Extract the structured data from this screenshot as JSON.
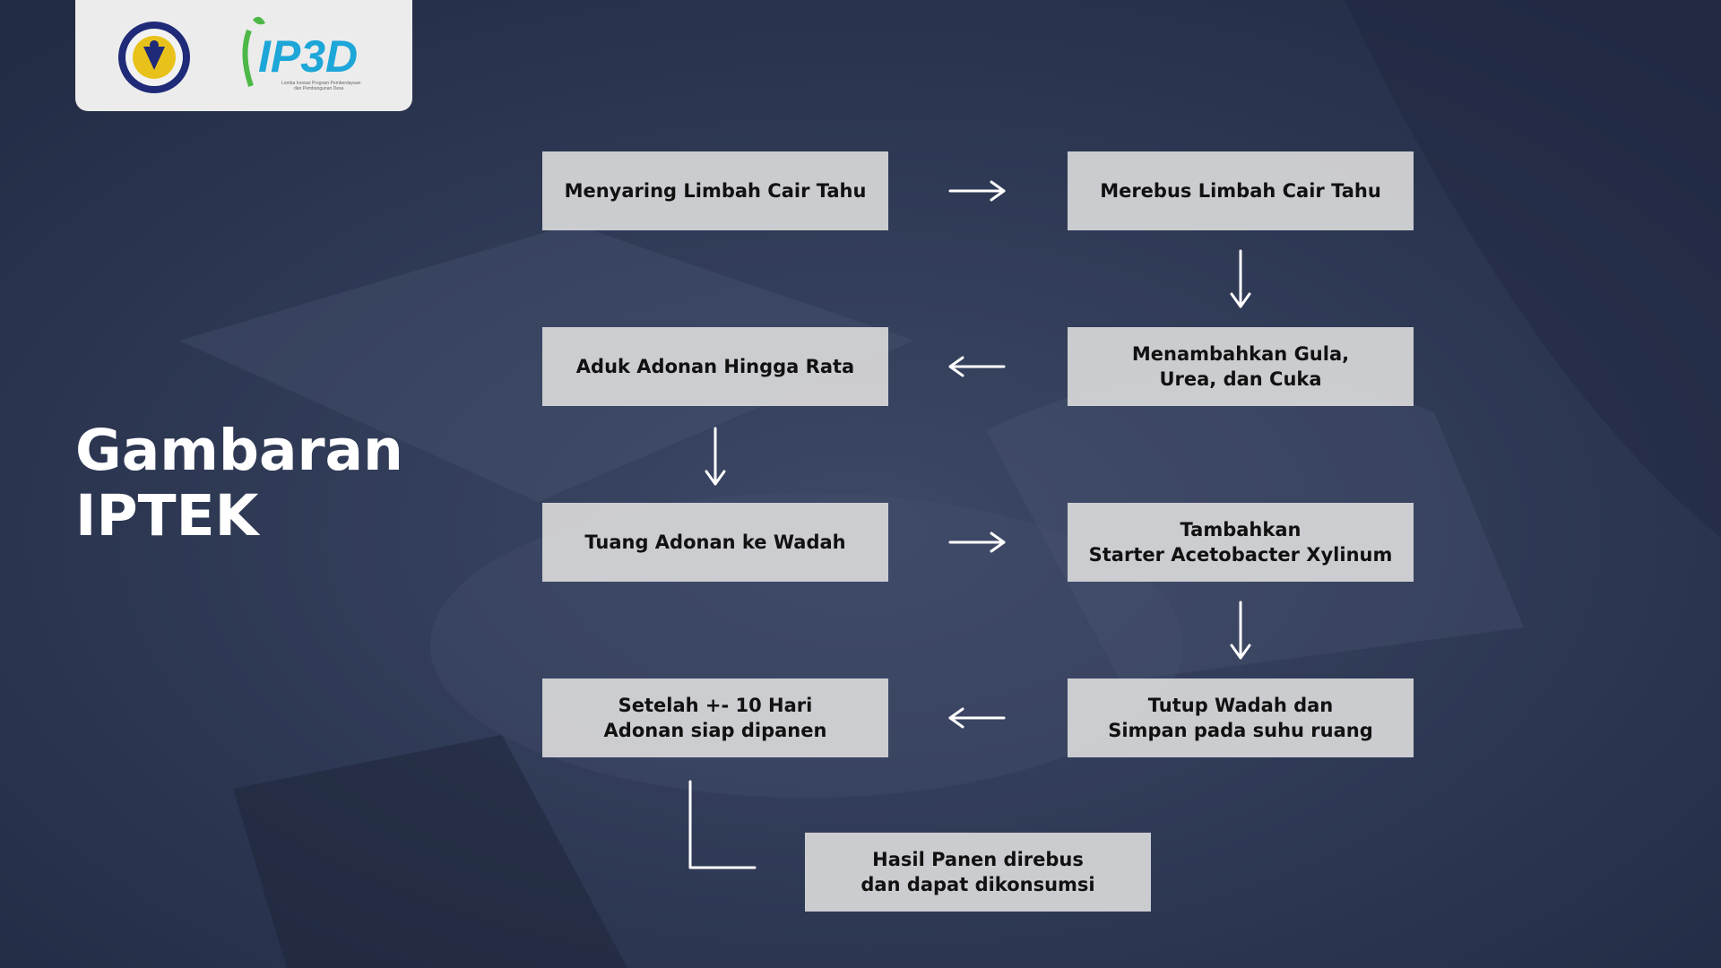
{
  "title_lines": [
    "Gambaran",
    "IPTEK"
  ],
  "logo": {
    "ring_color": "#1f2a78",
    "inner_color": "#e8c21a",
    "brand_text": "IP3D",
    "brand_color": "#1da6d8",
    "leaf_color": "#4db848",
    "tagline_lines": [
      "Lomba Inovasi Program Pemberdayaan",
      "dan Pembangunan Desa"
    ]
  },
  "steps": {
    "s1": "Menyaring Limbah Cair Tahu",
    "s2": "Merebus Limbah Cair Tahu",
    "s3": "Menambahkan Gula,\nUrea, dan Cuka",
    "s4": "Aduk Adonan Hingga Rata",
    "s5": "Tuang Adonan ke Wadah",
    "s6": "Tambahkan\nStarter Acetobacter Xylinum",
    "s7": "Tutup Wadah dan\nSimpan pada suhu ruang",
    "s8": "Setelah +- 10 Hari\nAdonan siap dipanen",
    "s9": "Hasil Panen direbus\ndan dapat dikonsumsi"
  },
  "colors": {
    "background": "#2a3550",
    "box": "#d7d7d9",
    "arrow": "#ffffff"
  }
}
